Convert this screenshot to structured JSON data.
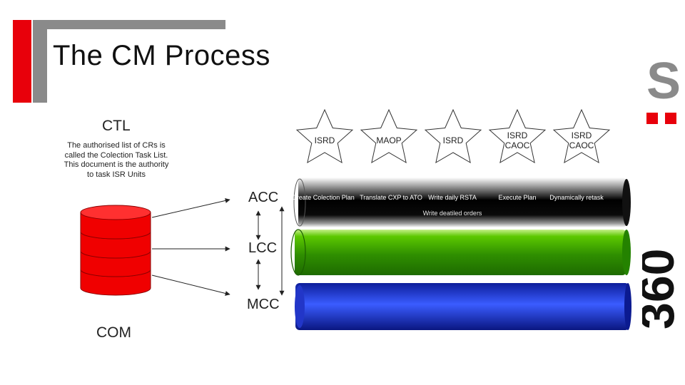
{
  "slide": {
    "title": "The CM Process"
  },
  "ctl": {
    "label": "CTL",
    "description": "The authorised list of CRs is called the Colection Task List. This document is the authority to task ISR Units"
  },
  "com": {
    "label": "COM"
  },
  "levels": {
    "acc": "ACC",
    "lcc": "LCC",
    "mcc": "MCC"
  },
  "stars": [
    {
      "label": "ISRD"
    },
    {
      "label": "MAOP"
    },
    {
      "label": "ISRD"
    },
    {
      "label": "ISRD\nCAOC"
    },
    {
      "label": "ISRD\nCAOC"
    }
  ],
  "steps": [
    {
      "label": "Create Colection Plan"
    },
    {
      "label": "Translate CXP to ATO"
    },
    {
      "label": "Write daily RSTA",
      "note": "Write deatiled orders"
    },
    {
      "label": "Execute Plan"
    },
    {
      "label": "Dynamically retask"
    }
  ],
  "colors": {
    "accent_red": "#e8000b",
    "corner_gray": "#8a8a8a",
    "acc_bar": "#111111",
    "lcc_bar": "#2a8a00",
    "mcc_bar": "#1a3cc8"
  },
  "logo": {
    "icon": "logo-360-s"
  }
}
